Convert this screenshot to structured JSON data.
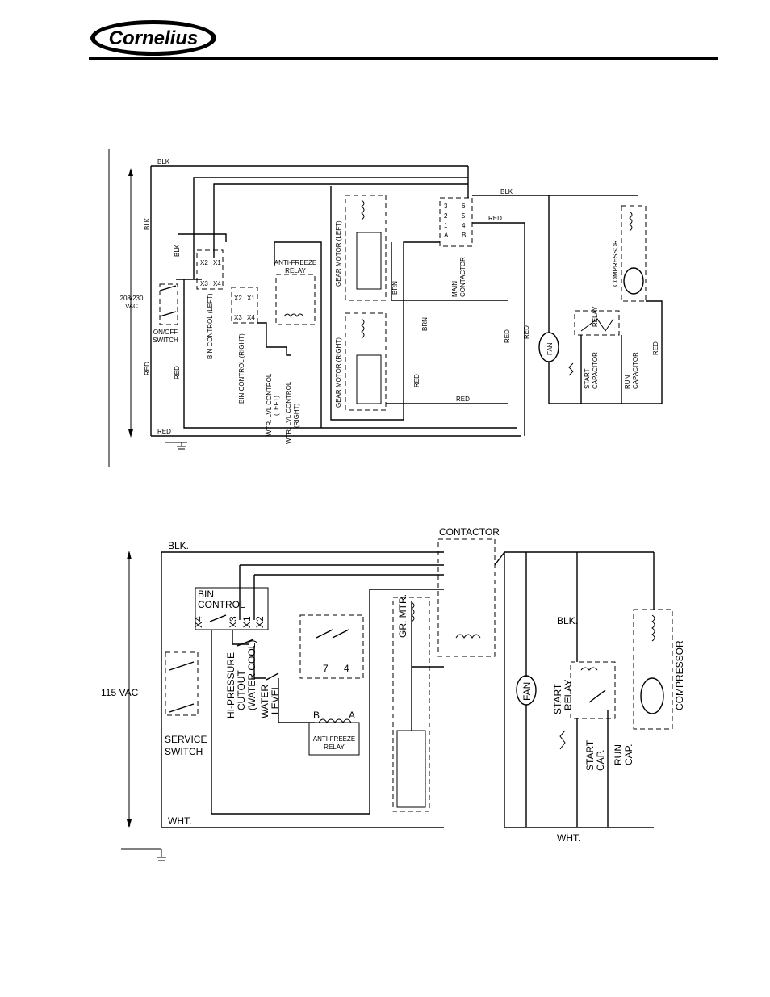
{
  "brand": {
    "logo_text": "Cornelius"
  },
  "diagram1": {
    "voltage": "208/230",
    "voltage_unit": "VAC",
    "wire_blk": "BLK",
    "wire_red": "RED",
    "wire_brn": "BRN",
    "on_off_switch": [
      "ON/OFF",
      "SWITCH"
    ],
    "bin_control_left": "BIN CONTROL (LEFT)",
    "bin_control_right": "BIN CONTROL (RIGHT)",
    "wtr_lvl_left": [
      "WTR. LVL CONTROL",
      "(LEFT)"
    ],
    "wtr_lvl_right": [
      "WTR. LVL CONTROL",
      "(RIGHT)"
    ],
    "anti_freeze_relay": [
      "ANTI-FREEZE",
      "RELAY"
    ],
    "gear_motor_left": "GEAR MOTOR (LEFT)",
    "gear_motor_right": "GEAR MOTOR (RIGHT)",
    "main_contactor": [
      "MAIN",
      "CONTACTOR"
    ],
    "fan": "FAN",
    "relay": "RELAY",
    "compressor": "COMPRESSOR",
    "start_capacitor": [
      "START",
      "CAPACITOR"
    ],
    "run_capacitor": [
      "RUN",
      "CAPACITOR"
    ]
  },
  "diagram2": {
    "voltage": "115 VAC",
    "wire_blk": "BLK.",
    "wire_wht": "WHT.",
    "bin_control": [
      "BIN",
      "CONTROL"
    ],
    "terminals": [
      "X4",
      "X3",
      "X1",
      "X2"
    ],
    "hi_pressure": [
      "HI-PRESSURE",
      "CUTOUT",
      "(WATER COOL)"
    ],
    "water_level": [
      "WATER",
      "LEVEL"
    ],
    "service_switch": [
      "SERVICE",
      "SWITCH"
    ],
    "anti_freeze_relay": [
      "ANTI-FREEZE",
      "RELAY"
    ],
    "relay_terms": [
      "B",
      "A",
      "7",
      "4"
    ],
    "gr_mtr": "GR. MTR.",
    "contactor": "CONTACTOR",
    "fan": "FAN",
    "start_relay": [
      "START",
      "RELAY"
    ],
    "start_cap": [
      "START",
      "CAP."
    ],
    "run_cap": [
      "RUN",
      "CAP."
    ],
    "compressor": "COMPRESSOR",
    "blk_right": "BLK.",
    "wht_right": "WHT."
  }
}
